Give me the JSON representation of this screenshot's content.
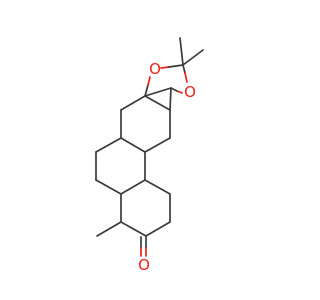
{
  "atoms": {
    "dioxolane_o_top": "O",
    "dioxolane_o_right": "O",
    "ketone_o": "O"
  },
  "colors": {
    "bond": "#3a3a3a",
    "oxygen": "#e8241a",
    "background": "#ffffff"
  }
}
